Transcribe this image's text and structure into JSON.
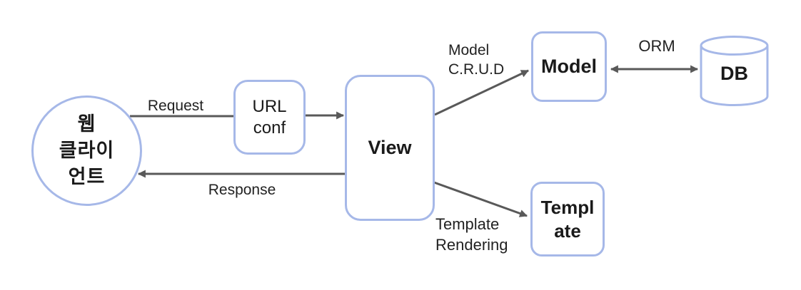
{
  "diagram": {
    "title": "Django MTV request flow diagram",
    "nodes": {
      "client": {
        "label": "웹\n클라이\n언트",
        "shape": "circle"
      },
      "urlconf": {
        "label": "URL\nconf",
        "shape": "rounded-rect"
      },
      "view": {
        "label": "View",
        "shape": "rounded-rect"
      },
      "model": {
        "label": "Model",
        "shape": "rounded-rect"
      },
      "template": {
        "label": "Templ\nate",
        "shape": "rounded-rect"
      },
      "db": {
        "label": "DB",
        "shape": "cylinder"
      }
    },
    "edges": {
      "request": {
        "label": "Request",
        "from": "client",
        "to": "urlconf",
        "arrow": "none"
      },
      "urlconf_to_view": {
        "label": "",
        "from": "urlconf",
        "to": "view",
        "arrow": "end"
      },
      "response": {
        "label": "Response",
        "from": "view",
        "to": "client",
        "arrow": "end"
      },
      "model_crud": {
        "label": "Model\nC.R.U.D",
        "from": "view",
        "to": "model",
        "arrow": "end"
      },
      "orm": {
        "label": "ORM",
        "from": "model",
        "to": "db",
        "arrow": "both"
      },
      "template_rendering": {
        "label": "Template\nRendering",
        "from": "view",
        "to": "template",
        "arrow": "end"
      }
    },
    "colors": {
      "node_border": "#a6b8e8",
      "arrow": "#595959",
      "text": "#1a1a1a",
      "background": "#ffffff"
    }
  }
}
